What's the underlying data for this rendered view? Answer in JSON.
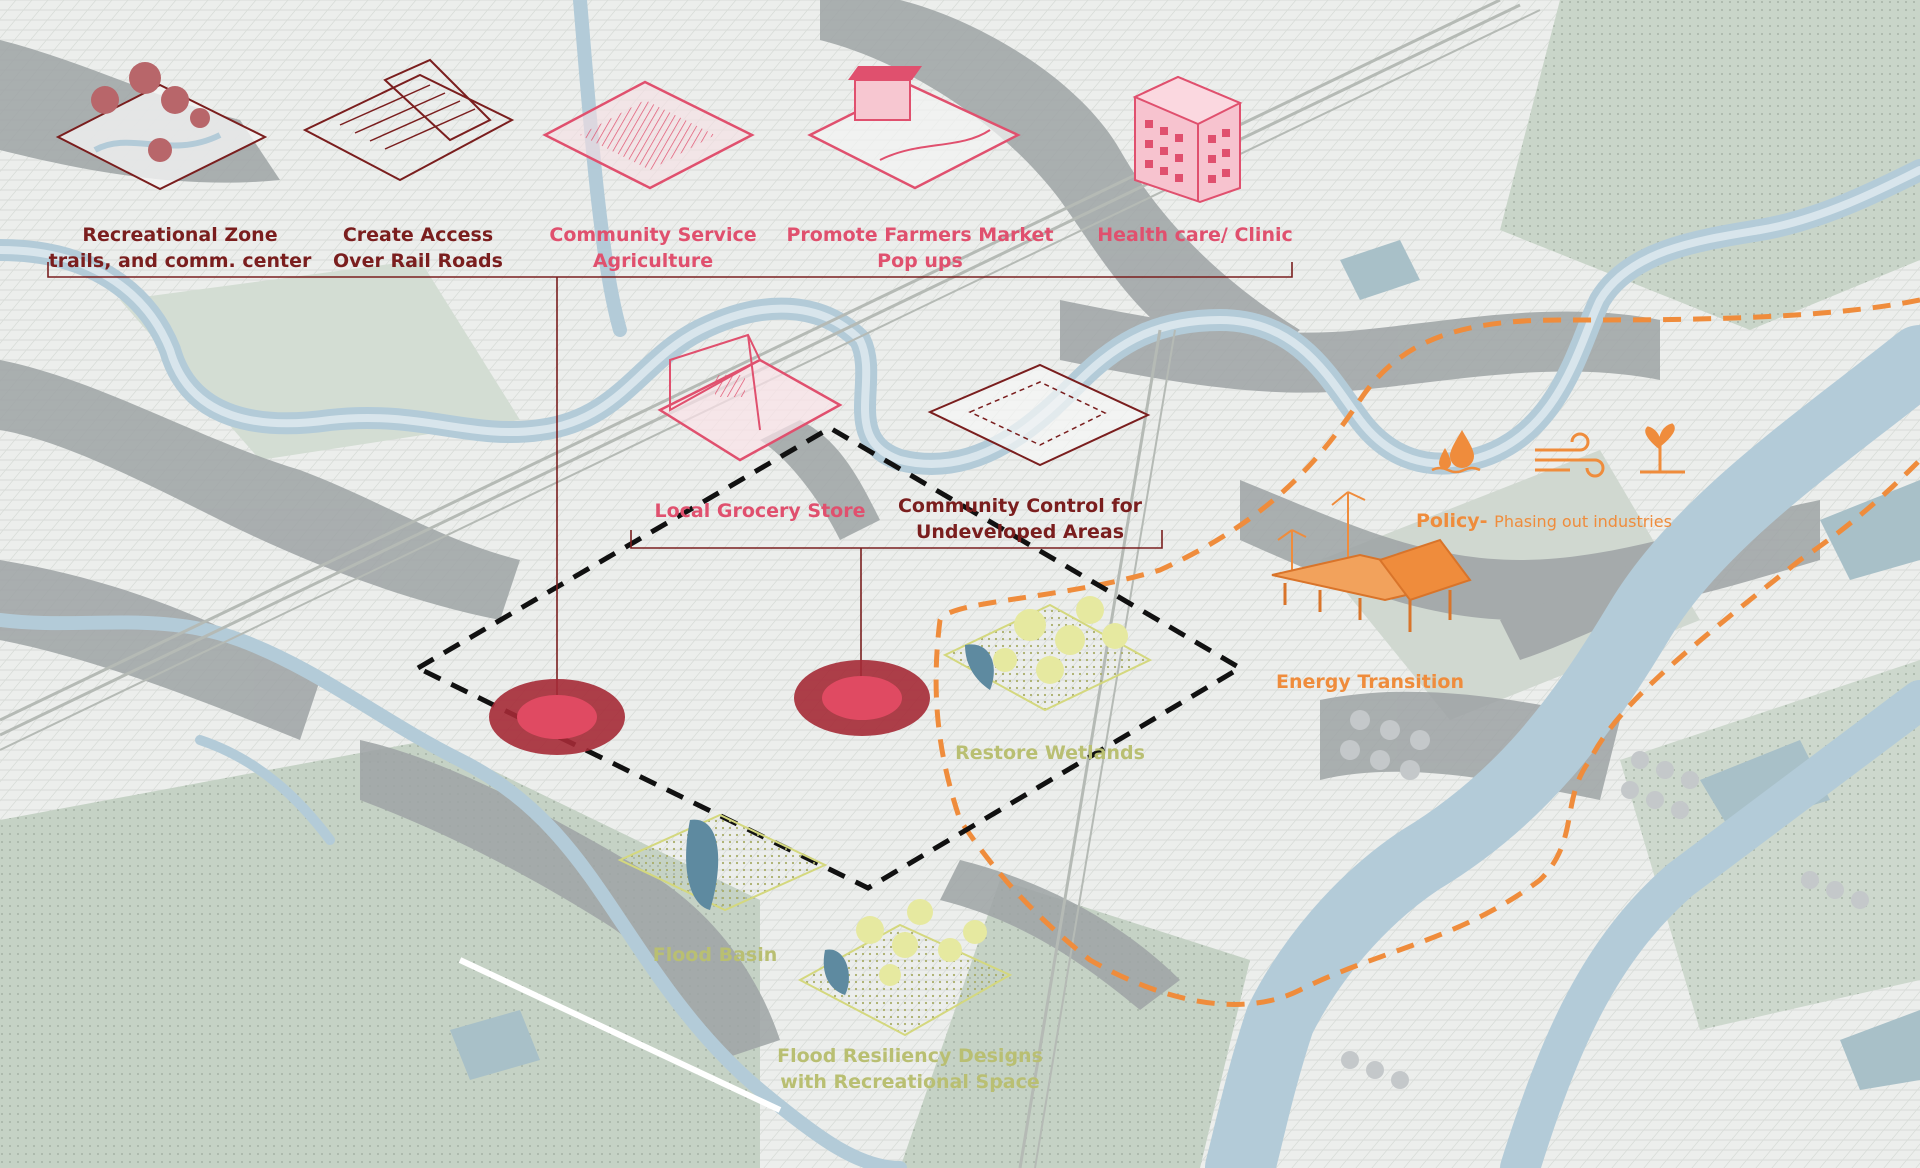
{
  "colors": {
    "maroon": "#7a1e1e",
    "pink": "#e0506e",
    "olive": "#b9bf72",
    "orange": "#ef8c3c",
    "river": "#b3cbd8",
    "flood_gray": "#9aa0a2",
    "green": "#c5d2c5",
    "marker": "#e04a62"
  },
  "labels": {
    "recreational": {
      "line1": "Recreational Zone",
      "line2": "trails, and comm. center"
    },
    "rail_access": {
      "line1": "Create Access",
      "line2": "Over Rail Roads"
    },
    "community_ag": {
      "line1": "Community Service",
      "line2": "Agriculture"
    },
    "farmers_market": {
      "line1": "Promote Farmers Market",
      "line2": "Pop ups"
    },
    "health_care": {
      "line1": "Health care/ Clinic"
    },
    "grocery": {
      "line1": "Local Grocery Store"
    },
    "community_control": {
      "line1": "Community Control for",
      "line2": "Undeveloped Areas"
    },
    "policy": {
      "title": "Policy-",
      "text": "Phasing out industries"
    },
    "energy": {
      "line1": "Energy Transition"
    },
    "wetlands": {
      "line1": "Restore Wetlands"
    },
    "flood_basin": {
      "line1": "Flood Basin"
    },
    "flood_resiliency": {
      "line1": "Flood Resiliency Designs",
      "line2": "with Recreational Space"
    }
  },
  "icons": {
    "recreational": "trees-park-icon",
    "rail_access": "stair-bridge-icon",
    "community_ag": "crop-field-icon",
    "farmers_market": "market-stall-icon",
    "health_care": "clinic-building-icon",
    "grocery": "grocery-store-icon",
    "community_control": "parcel-grid-icon",
    "water": "water-drop-icon",
    "air": "wind-icon",
    "land": "plant-icon",
    "energy": "solar-panels-icon",
    "wetlands": "wetland-trees-icon",
    "flood_basin": "basin-icon",
    "flood_resiliency": "flood-park-icon"
  }
}
